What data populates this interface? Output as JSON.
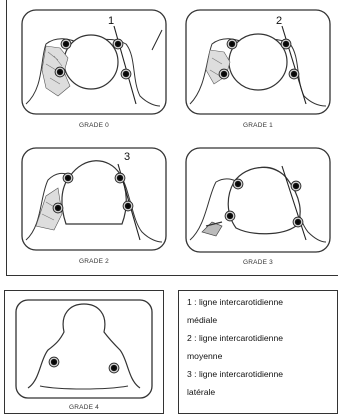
{
  "panels": [
    {
      "caption": "GRADE 0",
      "marker": "1"
    },
    {
      "caption": "GRADE 1",
      "marker": "2"
    },
    {
      "caption": "GRADE 2",
      "marker": "3"
    },
    {
      "caption": "GRADE 3",
      "marker": ""
    },
    {
      "caption": "GRADE 4",
      "marker": ""
    }
  ],
  "legend": [
    "1 : ligne intercarotidienne",
    "médiale",
    "2 : ligne intercarotidienne",
    "moyenne",
    "3 : ligne intercarotidienne",
    "latérale"
  ]
}
